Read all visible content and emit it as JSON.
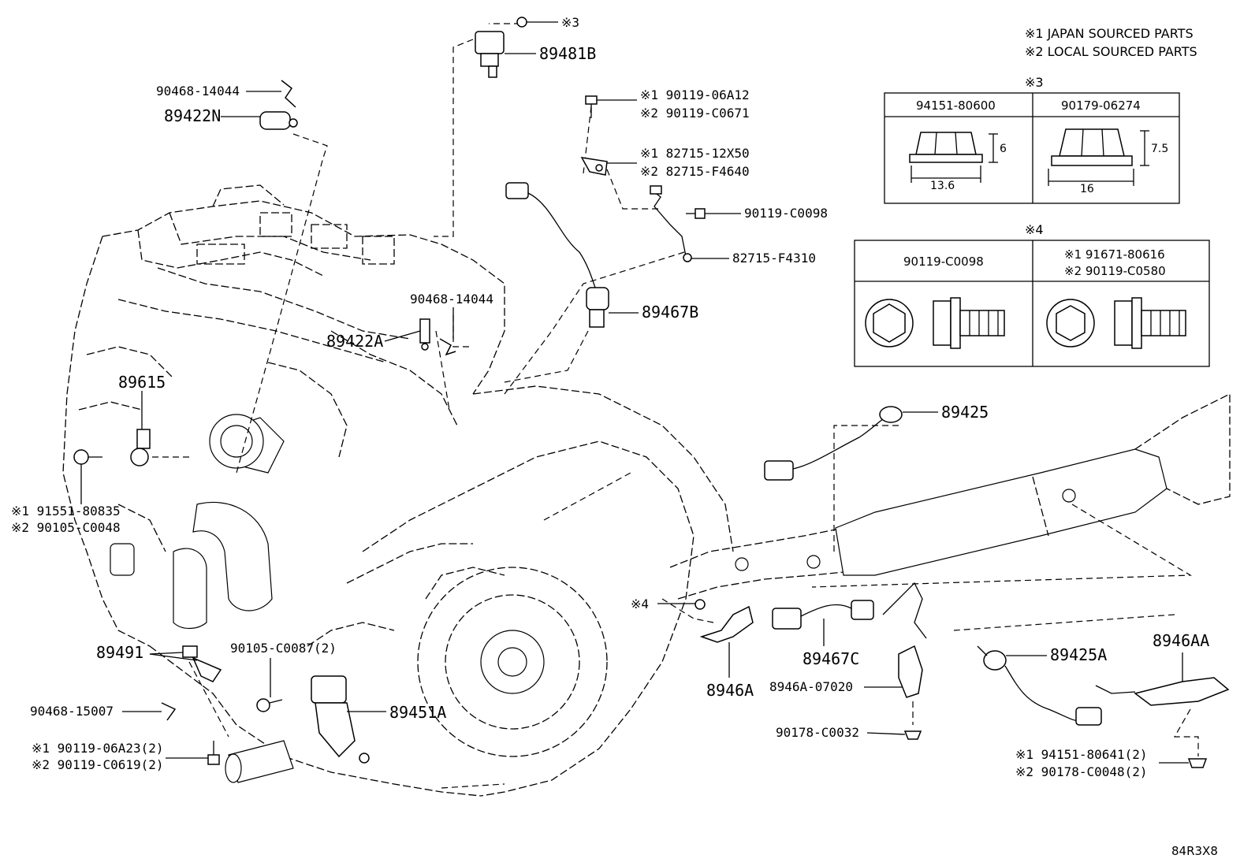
{
  "header": {
    "note1": "※1 JAPAN SOURCED PARTS",
    "note2": "※2 LOCAL SOURCED PARTS"
  },
  "table3": {
    "mark": "※3",
    "col1": "94151-80600",
    "col2": "90179-06274",
    "dim1_w": "13.6",
    "dim1_h": "6",
    "dim2_w": "16",
    "dim2_h": "7.5"
  },
  "table4": {
    "mark": "※4",
    "col1": "90119-C0098",
    "col2_l1": "※1 91671-80616",
    "col2_l2": "※2 90119-C0580"
  },
  "labels": {
    "p89481B": "89481B",
    "m3": "※3",
    "p90468_14044_top": "90468-14044",
    "p89422N": "89422N",
    "b1_j": "※1 90119-06A12",
    "b1_l": "※2 90119-C0671",
    "br_j": "※1 82715-12X50",
    "br_l": "※2 82715-F4640",
    "p90119_C0098": "90119-C0098",
    "p82715_F4310": "82715-F4310",
    "p89467B": "89467B",
    "p90468_14044_mid": "90468-14044",
    "p89422A": "89422A",
    "p89615": "89615",
    "p89425": "89425",
    "k_j": "※1 91551-80835",
    "k_l": "※2 90105-C0048",
    "m4": "※4",
    "p89491": "89491",
    "p90105_C0087": "90105-C0087(2)",
    "p89467C": "89467C",
    "p8946A": "8946A",
    "p8946A_07020": "8946A-07020",
    "p90178_C0032": "90178-C0032",
    "p89425A": "89425A",
    "p8946AA": "8946AA",
    "p90468_15007": "90468-15007",
    "p89451A": "89451A",
    "bb_j": "※1 90119-06A23(2)",
    "bb_l": "※2 90119-C0619(2)",
    "nut_j": "※1 94151-80641(2)",
    "nut_l": "※2 90178-C0048(2)",
    "figure_code": "84R3X8"
  }
}
